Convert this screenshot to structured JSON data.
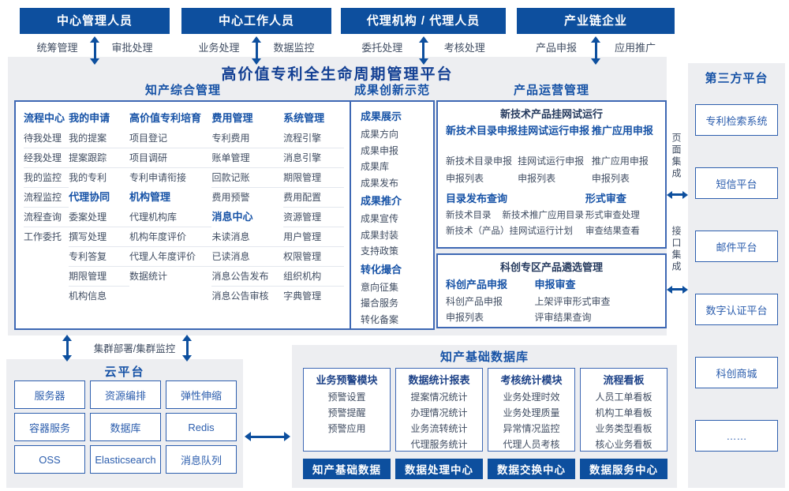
{
  "colors": {
    "primary": "#0d4f9e",
    "panel_bg": "#edeef1",
    "box_border": "#3e68b4",
    "title_blue": "#1652a6"
  },
  "platform_title": "高价值专利全生命周期管理平台",
  "actors": [
    {
      "title": "中心管理人员",
      "left": "统筹管理",
      "right": "审批处理"
    },
    {
      "title": "中心工作人员",
      "left": "业务处理",
      "right": "数据监控"
    },
    {
      "title": "代理机构 / 代理人员",
      "left": "委托处理",
      "right": "考核处理"
    },
    {
      "title": "产业链企业",
      "left": "产品申报",
      "right": "应用推广"
    }
  ],
  "ip_management": {
    "title": "知产综合管理",
    "columns": [
      {
        "groups": [
          {
            "title": "流程中心",
            "items": [
              "待我处理",
              "经我处理",
              "我的监控",
              "流程监控",
              "流程查询",
              "工作委托"
            ]
          }
        ]
      },
      {
        "groups": [
          {
            "title": "我的申请",
            "items": [
              "我的提案",
              "提案跟踪",
              "我的专利"
            ]
          },
          {
            "title": "代理协同",
            "items": [
              "委案处理",
              "撰写处理",
              "专利答复",
              "期限管理",
              "机构信息"
            ]
          }
        ]
      },
      {
        "groups": [
          {
            "title": "高价值专利培育",
            "items": [
              "项目登记",
              "项目调研",
              "专利申请衔接"
            ]
          },
          {
            "title": "机构管理",
            "items": [
              "代理机构库",
              "机构年度评价",
              "代理人年度评价",
              "数据统计"
            ]
          }
        ]
      },
      {
        "groups": [
          {
            "title": "费用管理",
            "items": [
              "专利费用",
              "账单管理",
              "回款记账",
              "费用预警"
            ]
          },
          {
            "title": "消息中心",
            "items": [
              "未读消息",
              "已读消息",
              "消息公告发布",
              "消息公告审核"
            ]
          }
        ]
      },
      {
        "groups": [
          {
            "title": "系统管理",
            "items": [
              "流程引擎",
              "消息引擎",
              "期限管理",
              "费用配置",
              "资源管理",
              "用户管理",
              "权限管理",
              "组织机构",
              "字典管理"
            ]
          }
        ]
      }
    ]
  },
  "achievement": {
    "title": "成果创新示范",
    "groups": [
      {
        "title": "成果展示",
        "items": [
          "成果方向",
          "成果申报",
          "成果库",
          "成果发布"
        ]
      },
      {
        "title": "成果推介",
        "items": [
          "成果宣传",
          "成果封装",
          "支持政策"
        ]
      },
      {
        "title": "转化撮合",
        "items": [
          "意向征集",
          "撮合服务",
          "转化备案"
        ]
      }
    ]
  },
  "product_ops": {
    "title": "产品运营管理",
    "trial": {
      "title": "新技术产品挂网试运行",
      "columns": [
        {
          "title": "新技术目录申报",
          "items": [
            "新技术目录申报",
            "申报列表"
          ]
        },
        {
          "title": "挂网试运行申报",
          "items": [
            "挂网试运行申报",
            "申报列表"
          ]
        },
        {
          "title": "推广应用申报",
          "items": [
            "推广应用申报",
            "申报列表"
          ]
        }
      ],
      "catalog": {
        "title": "目录发布查询",
        "row1": [
          "新技术目录",
          "新技术推广应用目录"
        ],
        "row2": "新技术（产品）挂网试运行计划"
      },
      "review": {
        "title": "形式审查",
        "items": [
          "形式审查处理",
          "审查结果查看"
        ]
      }
    },
    "selection": {
      "title": "科创专区产品遴选管理",
      "columns": [
        {
          "title": "科创产品申报",
          "items": [
            "科创产品申报",
            "申报列表"
          ]
        },
        {
          "title": "申报审查",
          "items": [
            "上架评审形式审查",
            "评审结果查询"
          ]
        }
      ]
    }
  },
  "integration": {
    "page_label": "页面集成",
    "api_label": "接口集成"
  },
  "third_party": {
    "title": "第三方平台",
    "boxes": [
      "专利检索系统",
      "短信平台",
      "邮件平台",
      "数字认证平台",
      "科创商城",
      "……"
    ]
  },
  "cluster_label": "集群部署/集群监控",
  "cloud": {
    "title": "云平台",
    "boxes": [
      "服务器",
      "资源编排",
      "弹性伸缩",
      "容器服务",
      "数据库",
      "Redis",
      "OSS",
      "Elasticsearch",
      "消息队列"
    ]
  },
  "data_base": {
    "title": "知产基础数据库",
    "modules": [
      {
        "title": "业务预警模块",
        "items": [
          "预警设置",
          "预警提醒",
          "预警应用"
        ],
        "footer": "知产基础数据"
      },
      {
        "title": "数据统计报表",
        "items": [
          "提案情况统计",
          "办理情况统计",
          "业务流转统计",
          "代理服务统计"
        ],
        "footer": "数据处理中心"
      },
      {
        "title": "考核统计模块",
        "items": [
          "业务处理时效",
          "业务处理质量",
          "异常情况监控",
          "代理人员考核"
        ],
        "footer": "数据交换中心"
      },
      {
        "title": "流程看板",
        "items": [
          "人员工单看板",
          "机构工单看板",
          "业务类型看板",
          "核心业务看板"
        ],
        "footer": "数据服务中心"
      }
    ]
  }
}
